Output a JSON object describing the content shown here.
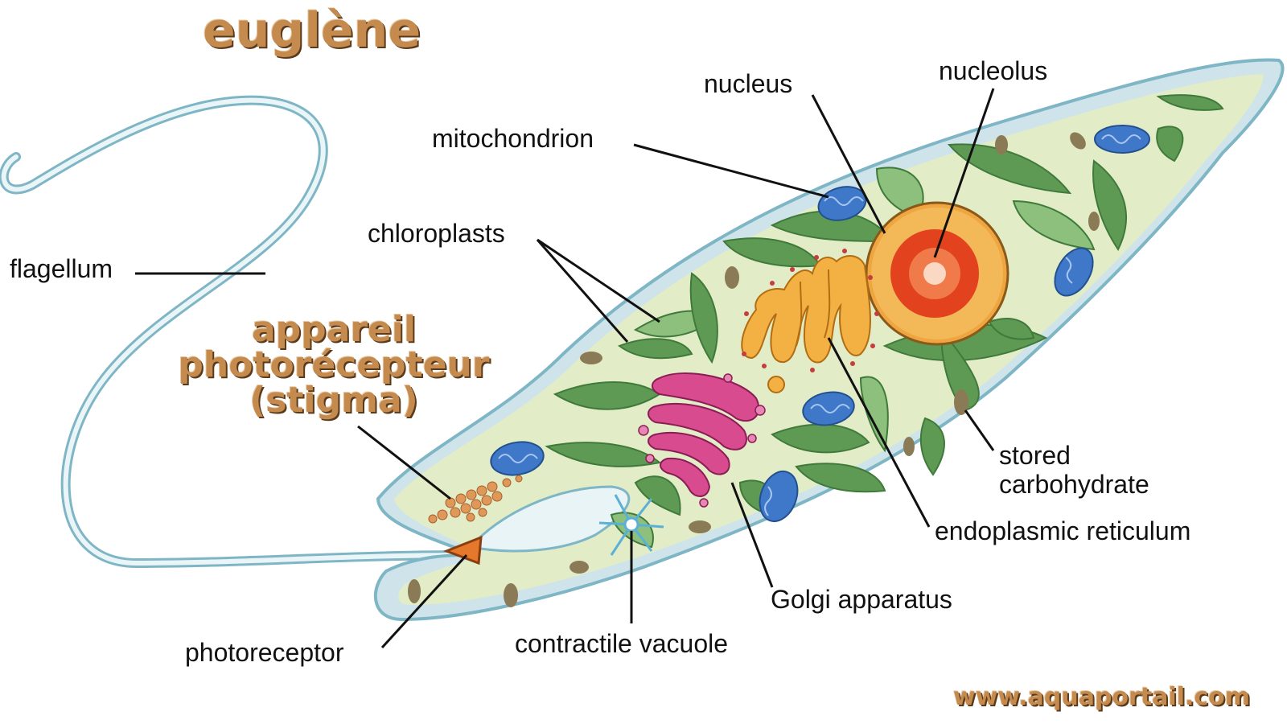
{
  "title": "euglène",
  "subtitle": {
    "line1": "appareil",
    "line2": "photorécepteur",
    "line3": "(stigma)"
  },
  "labels": {
    "nucleus": "nucleus",
    "nucleolus": "nucleolus",
    "mitochondrion": "mitochondrion",
    "chloroplasts": "chloroplasts",
    "flagellum": "flagellum",
    "stored_line1": "stored",
    "stored_line2": "carbohydrate",
    "endoplasmic_reticulum": "endoplasmic reticulum",
    "golgi": "Golgi apparatus",
    "contractile_vacuole": "contractile vacuole",
    "photoreceptor": "photoreceptor"
  },
  "watermark": "www.aquaportail.com",
  "colors": {
    "membrane": "#cfe4ea",
    "membrane_stroke": "#7fb6c6",
    "cytoplasm": "#e2ecc6",
    "chloroplast": "#5f9a55",
    "chloroplast_light": "#8cc07c",
    "mitochondrion": "#3f78c8",
    "nucleus": "#f0a640",
    "nucleolus": "#e2431e",
    "golgi": "#c8327a",
    "er": "#f3b043",
    "stigma": "#e6782b",
    "title": "#c48a4e"
  }
}
